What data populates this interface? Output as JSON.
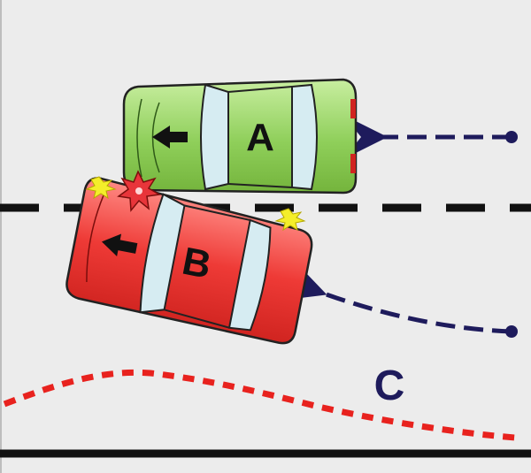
{
  "diagram": {
    "colors": {
      "road": "#ececec",
      "border": "#111111",
      "lane_line": "#111111",
      "car_a_body": "#8fcf5a",
      "car_a_light": "#c8eea0",
      "car_b_body": "#ee3a36",
      "car_b_light": "#ffb0aa",
      "windows": "#d6ecf2",
      "path_arrow": "#1e1b5c",
      "curve": "#e8221e",
      "impact": "#e8353a",
      "spark": "#f4ee2a"
    },
    "car_a": {
      "label": "A",
      "direction_icon": "arrow-left-icon"
    },
    "car_b": {
      "label": "B",
      "direction_icon": "arrow-left-icon"
    },
    "curve_label": "C"
  }
}
